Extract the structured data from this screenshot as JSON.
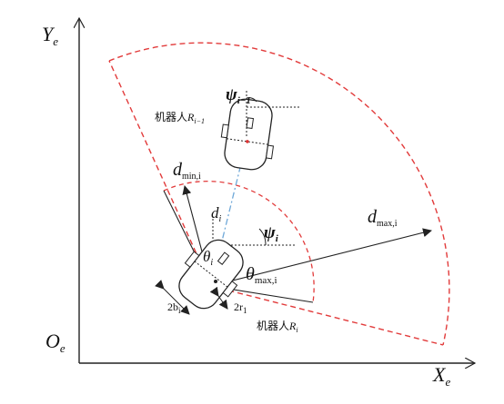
{
  "axes": {
    "y_label": "Y",
    "y_sub": "e",
    "x_label": "X",
    "x_sub": "e",
    "origin_label": "O",
    "origin_sub": "e"
  },
  "robot_prev": {
    "label_cn": "机器人",
    "label_var": "R",
    "label_sub": "i−1",
    "heading_symbol": "ψ",
    "heading_sub": "i−1"
  },
  "robot_cur": {
    "label_cn": "机器人",
    "label_var": "R",
    "label_sub": "i",
    "heading_symbol": "ψ",
    "heading_sub": "i",
    "theta_symbol": "θ",
    "theta_sub": "i",
    "width_label": "2b",
    "width_sub": "i",
    "radius_label": "2r",
    "radius_sub": "1"
  },
  "annotations": {
    "d_min_symbol": "d",
    "d_min_sub": "min,i",
    "d_max_symbol": "d",
    "d_max_sub": "max,i",
    "d_i_symbol": "d",
    "d_i_sub": "i",
    "theta_max_symbol": "θ",
    "theta_max_sub": "max,i"
  },
  "colors": {
    "sector_boundary": "#e23b3b",
    "link_line": "#6fa8d8",
    "ink": "#222222"
  }
}
